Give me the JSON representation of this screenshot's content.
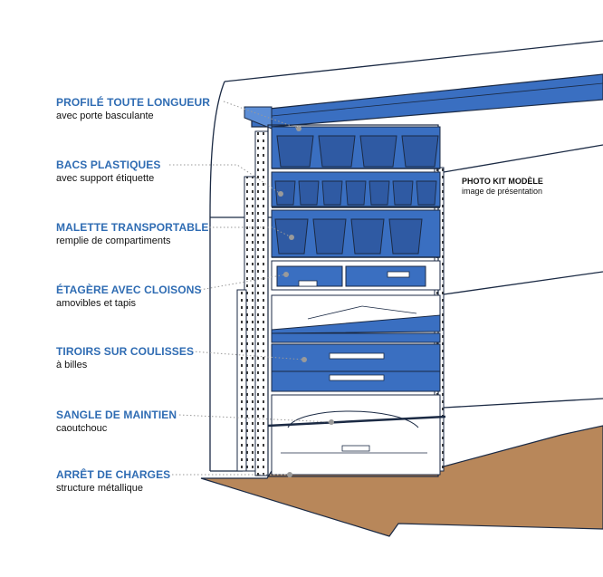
{
  "callouts": [
    {
      "title": "PROFILÉ TOUTE LONGUEUR",
      "subtitle": "avec porte basculante"
    },
    {
      "title": "BACS PLASTIQUES",
      "subtitle": "avec support étiquette"
    },
    {
      "title": "MALETTE TRANSPORTABLE",
      "subtitle": "remplie de compartiments"
    },
    {
      "title": "ÉTAGÈRE AVEC CLOISONS",
      "subtitle": "amovibles et tapis"
    },
    {
      "title": "TIROIRS SUR COULISSES",
      "subtitle": "à billes"
    },
    {
      "title": "SANGLE DE MAINTIEN",
      "subtitle": "caoutchouc"
    },
    {
      "title": "ARRÊT DE CHARGES",
      "subtitle": "structure métallique"
    }
  ],
  "note": {
    "title": "PHOTO KIT MODÈLE",
    "subtitle": "image de présentation"
  },
  "colors": {
    "accent": "#2f6cb3",
    "cabinet_blue": "#3a6fc1",
    "floor": "#b8875a",
    "outline": "#1b2a44"
  }
}
